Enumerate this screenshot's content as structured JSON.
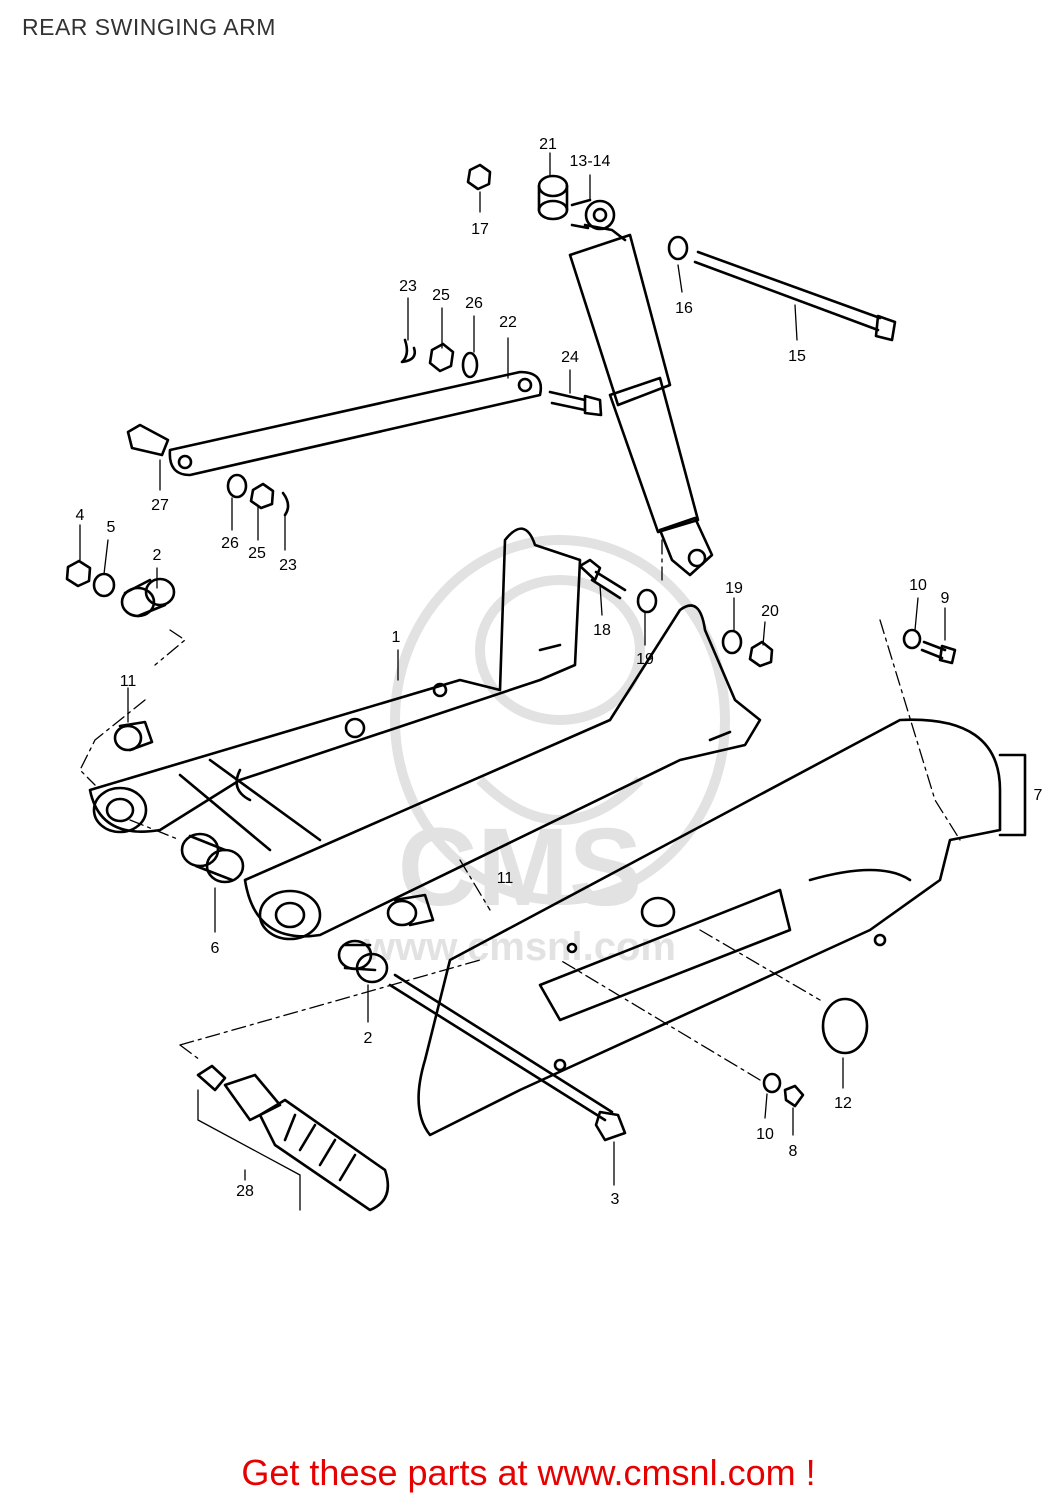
{
  "header": {
    "title": "REAR SWINGING ARM"
  },
  "footer": {
    "cta": "Get these parts at www.cmsnl.com !"
  },
  "watermark": {
    "text": "CMS",
    "url_text": "www.cmsnl.com"
  },
  "callouts": [
    {
      "id": "callout-1",
      "text": "1"
    },
    {
      "id": "callout-2-top",
      "text": "2"
    },
    {
      "id": "callout-2-bottom",
      "text": "2"
    },
    {
      "id": "callout-3",
      "text": "3"
    },
    {
      "id": "callout-4",
      "text": "4"
    },
    {
      "id": "callout-5",
      "text": "5"
    },
    {
      "id": "callout-6",
      "text": "6"
    },
    {
      "id": "callout-7",
      "text": "7"
    },
    {
      "id": "callout-8",
      "text": "8"
    },
    {
      "id": "callout-9",
      "text": "9"
    },
    {
      "id": "callout-10-top",
      "text": "10"
    },
    {
      "id": "callout-10-bottom",
      "text": "10"
    },
    {
      "id": "callout-11-left",
      "text": "11"
    },
    {
      "id": "callout-11-center",
      "text": "11"
    },
    {
      "id": "callout-12",
      "text": "12"
    },
    {
      "id": "callout-13-14",
      "text": "13-14"
    },
    {
      "id": "callout-15",
      "text": "15"
    },
    {
      "id": "callout-16",
      "text": "16"
    },
    {
      "id": "callout-17",
      "text": "17"
    },
    {
      "id": "callout-18",
      "text": "18"
    },
    {
      "id": "callout-19-left",
      "text": "19"
    },
    {
      "id": "callout-19-right",
      "text": "19"
    },
    {
      "id": "callout-20",
      "text": "20"
    },
    {
      "id": "callout-21",
      "text": "21"
    },
    {
      "id": "callout-22",
      "text": "22"
    },
    {
      "id": "callout-23-top",
      "text": "23"
    },
    {
      "id": "callout-23-bottom",
      "text": "23"
    },
    {
      "id": "callout-24",
      "text": "24"
    },
    {
      "id": "callout-25-top",
      "text": "25"
    },
    {
      "id": "callout-25-bottom",
      "text": "25"
    },
    {
      "id": "callout-26-top",
      "text": "26"
    },
    {
      "id": "callout-26-bottom",
      "text": "26"
    },
    {
      "id": "callout-27",
      "text": "27"
    },
    {
      "id": "callout-28",
      "text": "28"
    }
  ],
  "colors": {
    "line": "#000000",
    "watermark": "#e2e2e2",
    "cta": "#e60000",
    "title": "#333333"
  }
}
